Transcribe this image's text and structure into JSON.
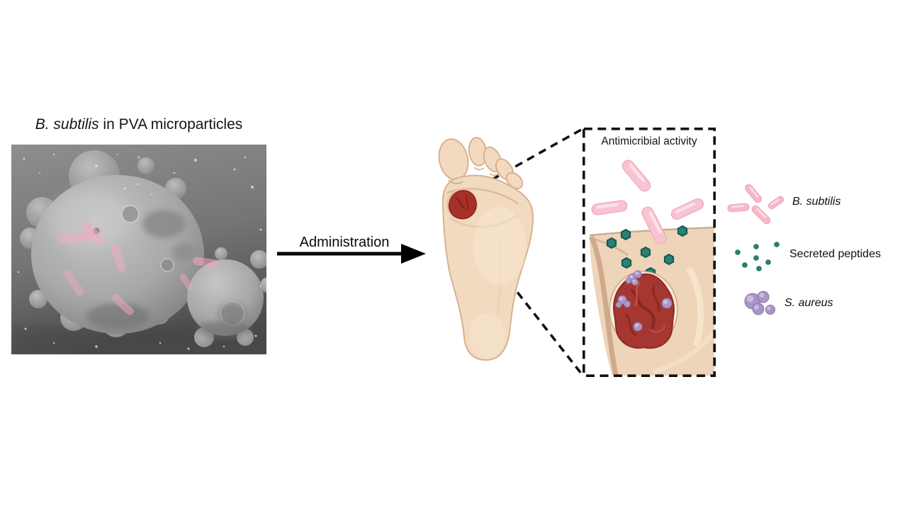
{
  "sem_panel": {
    "title_species": "B. subtilis",
    "title_rest": " in PVA microparticles",
    "content": "sem-micrograph-of-pva-microparticles-with-pink-rod-bacteria-overlay"
  },
  "administration": {
    "label": "Administration"
  },
  "inset": {
    "title": "Antimicribial activity"
  },
  "legend": {
    "items": [
      {
        "id": "b-subtilis",
        "label": "B. subtilis",
        "italic": true,
        "icon": "pink-rod-bacteria-icon",
        "color": "#f5b9c8"
      },
      {
        "id": "secreted-peptides",
        "label": "Secreted peptides",
        "italic": false,
        "icon": "teal-peptide-dots-icon",
        "color": "#2a8174"
      },
      {
        "id": "s-aureus",
        "label": "S. aureus",
        "italic": true,
        "icon": "purple-cocci-cluster-icon",
        "color": "#a995c7"
      }
    ]
  },
  "colors": {
    "bacteria_pink": "#f5b9c8",
    "peptide_teal": "#2a8174",
    "aureus_purple": "#a995c7",
    "skin_tone": "#f1dac0",
    "wound_red": "#a63730",
    "arrow_black": "#000000",
    "sem_gray": "#7d7d7d"
  }
}
